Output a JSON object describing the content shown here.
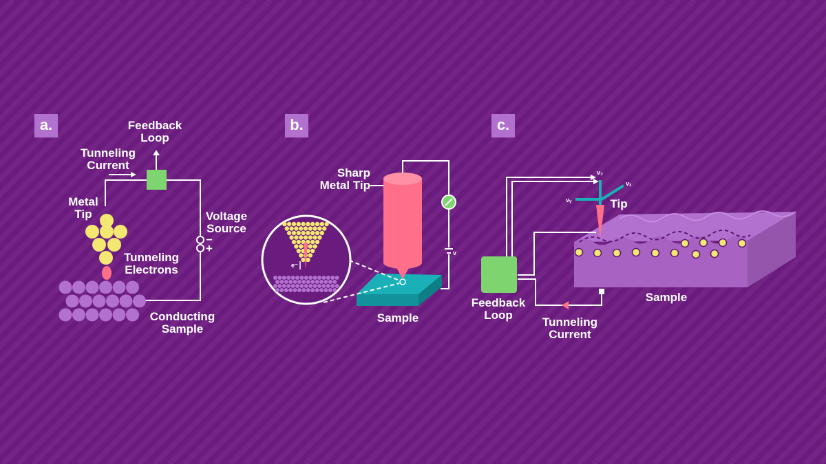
{
  "panels": {
    "a": {
      "badge": "a.",
      "feedback_loop": [
        "Feedback",
        "Loop"
      ],
      "tunneling_current": [
        "Tunneling",
        "Current"
      ],
      "metal_tip": [
        "Metal",
        "Tip"
      ],
      "tunneling_electrons": [
        "Tunneling",
        "Electrons"
      ],
      "voltage_source": [
        "Voltage",
        "Source"
      ],
      "minus": "–",
      "plus": "+",
      "conducting_sample": [
        "Conducting",
        "Sample"
      ]
    },
    "b": {
      "badge": "b.",
      "sharp_metal_tip": [
        "Sharp",
        "Metal Tip"
      ],
      "sample": "Sample",
      "electron": "e⁻",
      "voltage_v": "v"
    },
    "c": {
      "badge": "c.",
      "tip": "Tip",
      "vz": "v₂",
      "vx": "vₓ",
      "vy": "vᵧ",
      "sample": "Sample",
      "feedback_loop": [
        "Feedback",
        "Loop"
      ],
      "tunneling_current": [
        "Tunneling",
        "Current"
      ]
    }
  },
  "colors": {
    "background": "#6a1b7e",
    "stripe": "#732485",
    "badge": "#b271cf",
    "feedback_box": "#7ed56f",
    "tip_pink": "#ff6f8a",
    "atom_yellow": "#f4e872",
    "sample_atom": "#b271cf",
    "sample_block": "#b06cc8",
    "teal": "#1ab0b8"
  }
}
